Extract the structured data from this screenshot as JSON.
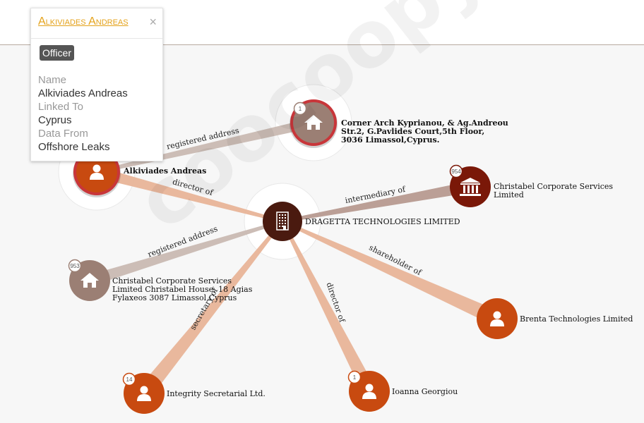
{
  "popup": {
    "title": "Alkiviades Andreas",
    "close_glyph": "×",
    "tag": "Officer",
    "fields": [
      {
        "label": "Name",
        "value": "Alkiviades Andreas"
      },
      {
        "label": "Linked To",
        "value": "Cyprus"
      },
      {
        "label": "Data From",
        "value": "Offshore Leaks"
      }
    ]
  },
  "watermark": "coocoopy.net",
  "colors": {
    "officer": "#c84a10",
    "address": "#9b7f74",
    "intermediary": "#7a1808",
    "entity": "#4a1a0f",
    "edge_officer": "#e8b498",
    "edge_address": "#c9b9b2",
    "edge_intermediary": "#b79a90"
  },
  "nodes": [
    {
      "id": "alkiviades",
      "kind": "officer",
      "icon": "person-icon",
      "label": [
        "Alkiviades Andreas"
      ],
      "bold": true,
      "badge": ""
    },
    {
      "id": "corner-arch",
      "kind": "address",
      "icon": "house-icon",
      "label": [
        "Corner Arch Kyprianou, & Ag.Andreou",
        "Str.2, G.Pavlides Court,5th Floor,",
        "3036 Limassol,Cyprus."
      ],
      "bold": true,
      "badge": "1"
    },
    {
      "id": "christabel-ltd",
      "kind": "intermediary",
      "icon": "bank-icon",
      "label": [
        "Christabel Corporate Services",
        "Limited"
      ],
      "bold": false,
      "badge": "954"
    },
    {
      "id": "dragetta",
      "kind": "entity",
      "icon": "building-icon",
      "label": [
        "DRAGETTA TECHNOLOGIES LIMITED"
      ],
      "bold": false,
      "badge": ""
    },
    {
      "id": "christabel-house",
      "kind": "address",
      "icon": "house-icon",
      "label": [
        "Christabel Corporate Services",
        "Limited Christabel House, 18 Agias",
        "Fylaxeos 3087 Limassol Cyprus"
      ],
      "bold": false,
      "badge": "953"
    },
    {
      "id": "brenta",
      "kind": "officer",
      "icon": "person-icon",
      "label": [
        "Brenta Technologies Limited"
      ],
      "bold": false,
      "badge": ""
    },
    {
      "id": "integrity",
      "kind": "officer",
      "icon": "person-icon",
      "label": [
        "Integrity Secretarial Ltd."
      ],
      "bold": false,
      "badge": "14"
    },
    {
      "id": "ioanna",
      "kind": "officer",
      "icon": "person-icon",
      "label": [
        "Ioanna Georgiou"
      ],
      "bold": false,
      "badge": "1"
    }
  ],
  "edges": [
    {
      "from": "alkiviades",
      "to": "corner-arch",
      "label": "registered address",
      "kind": "address"
    },
    {
      "from": "alkiviades",
      "to": "dragetta",
      "label": "director of",
      "kind": "officer"
    },
    {
      "from": "christabel-ltd",
      "to": "dragetta",
      "label": "intermediary of",
      "kind": "intermediary"
    },
    {
      "from": "christabel-house",
      "to": "dragetta",
      "label": "registered address",
      "kind": "address"
    },
    {
      "from": "brenta",
      "to": "dragetta",
      "label": "shareholder of",
      "kind": "officer"
    },
    {
      "from": "integrity",
      "to": "dragetta",
      "label": "secretary of",
      "kind": "officer"
    },
    {
      "from": "ioanna",
      "to": "dragetta",
      "label": "director of",
      "kind": "officer"
    }
  ]
}
